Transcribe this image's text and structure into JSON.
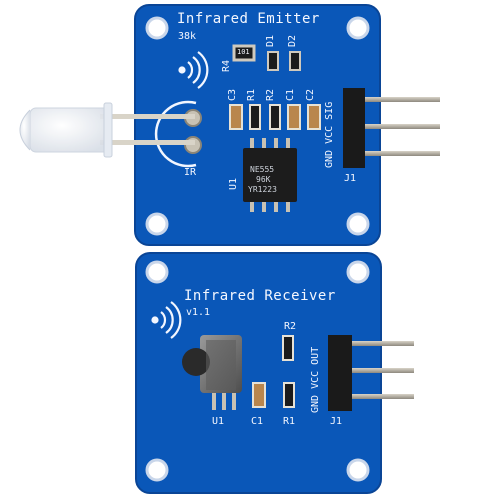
{
  "emitter": {
    "title": "Infrared Emitter",
    "freq": "38k",
    "labels": {
      "r4": "R4",
      "d1": "D1",
      "d2": "D2",
      "c3": "C3",
      "r1": "R1",
      "r2": "R2",
      "c1": "C1",
      "c2": "C2",
      "ir": "IR",
      "u1": "U1",
      "j1": "J1",
      "pins": "GND VCC SIG"
    },
    "chip_text": [
      "NE555",
      "96K",
      "YR1223"
    ],
    "resistor_code": "101"
  },
  "receiver": {
    "title": "Infrared Receiver",
    "version": "v1.1",
    "labels": {
      "r2": "R2",
      "u1": "U1",
      "c1": "C1",
      "r1": "R1",
      "j1": "J1",
      "pins": "GND VCC OUT"
    }
  },
  "colors": {
    "pcb": "#0a57b8",
    "pcb_edge": "#0b4aa0",
    "silk": "#f2f6ff",
    "header": "#1a1a1a",
    "pin": "#b8b3aa"
  }
}
